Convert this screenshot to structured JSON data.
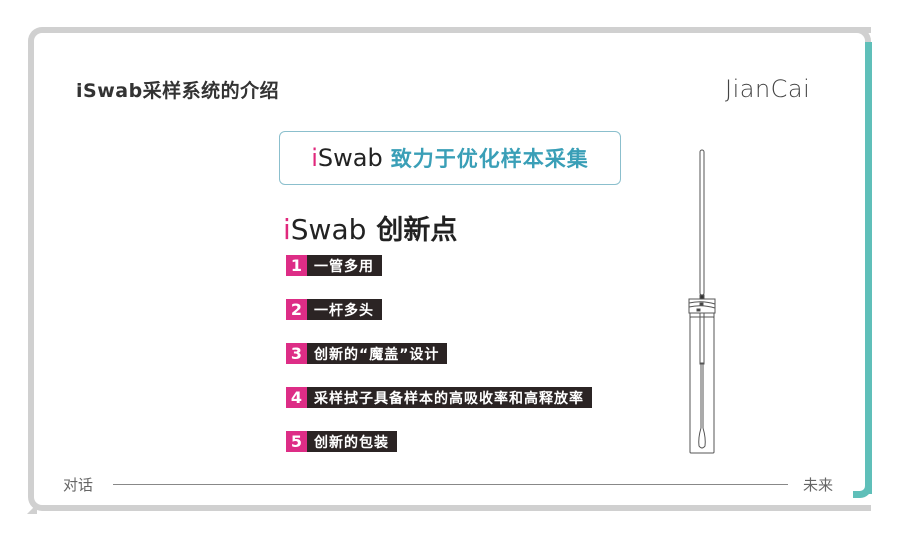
{
  "header": {
    "title": "iSwab采样系统的介绍",
    "brand": "JianCai"
  },
  "tagline": {
    "brand_i": "i",
    "brand_rest": "Swab",
    "text": "致力于优化样本采集"
  },
  "heading": {
    "brand_i": "i",
    "brand_rest": "Swab",
    "text": "创新点"
  },
  "items": [
    {
      "num": "1",
      "label": "一管多用"
    },
    {
      "num": "2",
      "label": "一杆多头"
    },
    {
      "num": "3",
      "label": "创新的“魔盖”设计"
    },
    {
      "num": "4",
      "label": "采样拭子具备样本的高吸收率和高释放率"
    },
    {
      "num": "5",
      "label": "创新的包装"
    }
  ],
  "footer": {
    "left": "对话",
    "right": "未来"
  },
  "colors": {
    "accent_pink": "#dd2d86",
    "accent_teal": "#5fbfb9",
    "tagline_blue": "#3a9fb7",
    "label_dark": "#2b2424",
    "frame_grey": "#d0d0d0"
  },
  "illustration": {
    "icon": "swab-tube-icon"
  }
}
